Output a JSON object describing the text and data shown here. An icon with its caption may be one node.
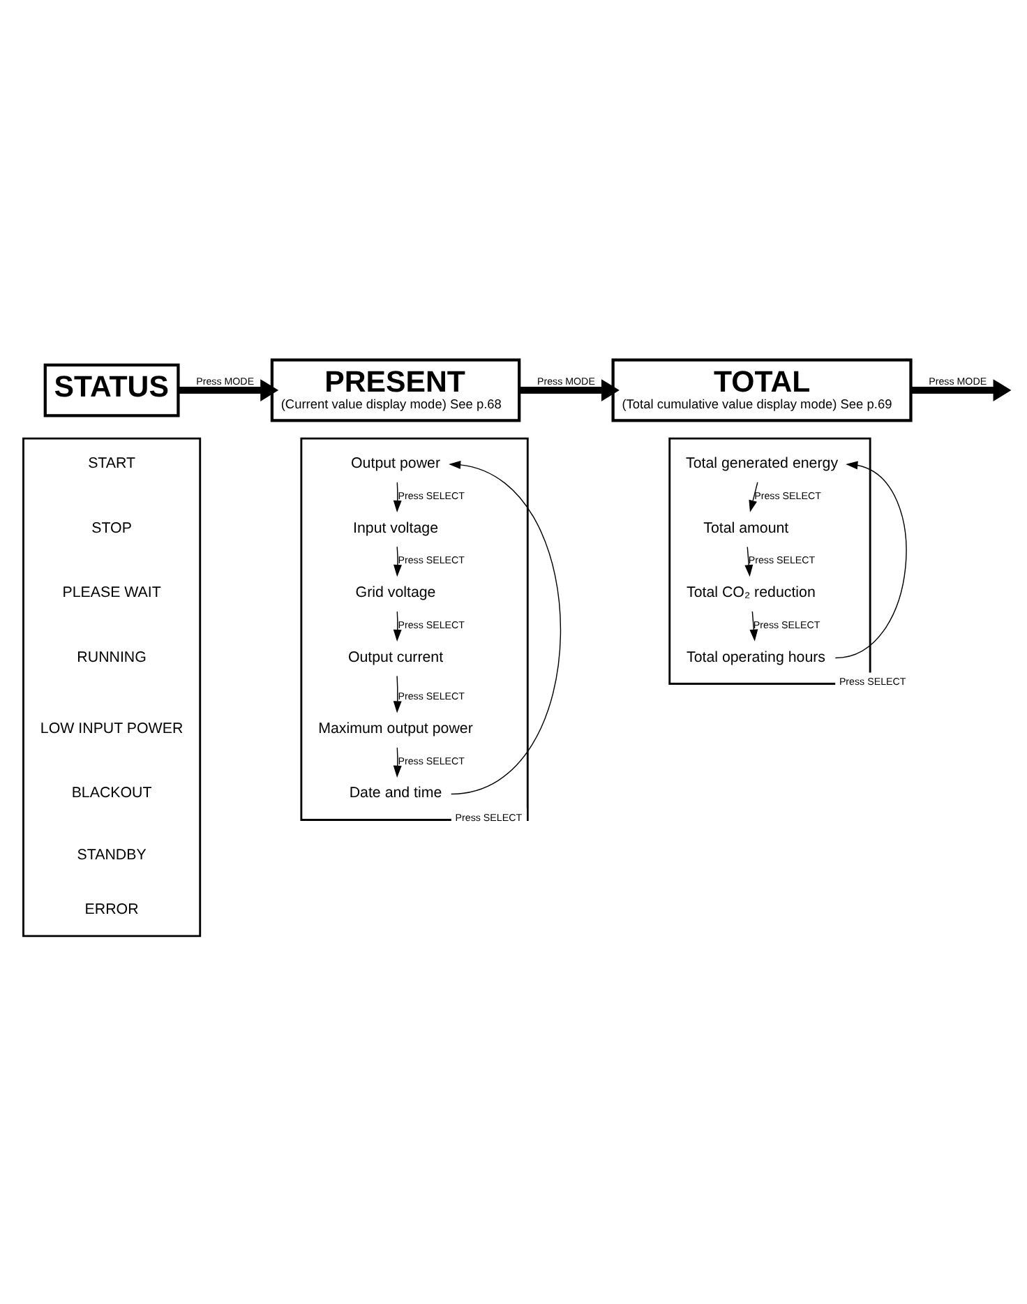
{
  "diagram": {
    "nodes": [
      {
        "text": [
          "STATUS"
        ]
      },
      {
        "text": [],
        "shape": "box"
      },
      {
        "text": [
          "START"
        ],
        "in": 1
      },
      {
        "text": [
          "STOP"
        ],
        "in": 1
      },
      {
        "text": [
          "PLEASE WAIT"
        ],
        "in": 1
      },
      {
        "text": [
          "RUNNING"
        ],
        "in": 1
      },
      {
        "text": [
          "LOW INPUT POWER"
        ],
        "in": 1
      },
      {
        "text": [
          "BLACKOUT"
        ],
        "in": 1
      },
      {
        "text": [
          "STANDBY"
        ],
        "in": 1
      },
      {
        "text": [
          "ERROR"
        ],
        "in": 1
      },
      {
        "text": [
          "PRESENT",
          "(Current value display mode) See p.68"
        ]
      },
      {
        "text": [],
        "shape": "box"
      },
      {
        "text": [
          "Output power"
        ],
        "in": 11
      },
      {
        "text": [
          "Input voltage"
        ],
        "in": 11
      },
      {
        "text": [
          "Grid voltage"
        ],
        "in": 11
      },
      {
        "text": [
          "Output current"
        ],
        "in": 11
      },
      {
        "text": [
          "Maximum output power"
        ],
        "in": 11
      },
      {
        "text": [
          "Date and time"
        ],
        "in": 11
      },
      {
        "text": [
          "TOTAL",
          "(Total cumulative value display mode) See p.69"
        ]
      },
      {
        "text": [],
        "shape": "box"
      },
      {
        "text": [
          "Total generated energy"
        ],
        "in": 19
      },
      {
        "text": [
          "Total amount"
        ],
        "in": 19
      },
      {
        "text": [
          "Total CO₂ reduction"
        ],
        "in": 19
      },
      {
        "text": [
          "Total operating hours"
        ],
        "in": 19
      }
    ],
    "edges": [
      {
        "from": 0,
        "to": 10,
        "arrow": "to",
        "label": "Press MODE",
        "style": "thick"
      },
      {
        "from": 10,
        "to": 18,
        "arrow": "to",
        "label": "Press MODE",
        "style": "thick"
      },
      {
        "from": 18,
        "to": null,
        "arrow": "to",
        "label": "Press MODE",
        "style": "thick"
      },
      {
        "from": 12,
        "to": 13,
        "arrow": "to",
        "label": "Press SELECT"
      },
      {
        "from": 13,
        "to": 14,
        "arrow": "to",
        "label": "Press SELECT"
      },
      {
        "from": 14,
        "to": 15,
        "arrow": "to",
        "label": "Press SELECT"
      },
      {
        "from": 15,
        "to": 16,
        "arrow": "to",
        "label": "Press SELECT"
      },
      {
        "from": 16,
        "to": 17,
        "arrow": "to",
        "label": "Press SELECT"
      },
      {
        "from": 17,
        "to": 12,
        "arrow": "to",
        "label": "Press SELECT"
      },
      {
        "from": 20,
        "to": 21,
        "arrow": "to",
        "label": "Press SELECT"
      },
      {
        "from": 21,
        "to": 22,
        "arrow": "to",
        "label": "Press SELECT"
      },
      {
        "from": 22,
        "to": 23,
        "arrow": "to",
        "label": "Press SELECT"
      },
      {
        "from": 23,
        "to": 20,
        "arrow": "to",
        "label": "Press SELECT"
      }
    ]
  }
}
